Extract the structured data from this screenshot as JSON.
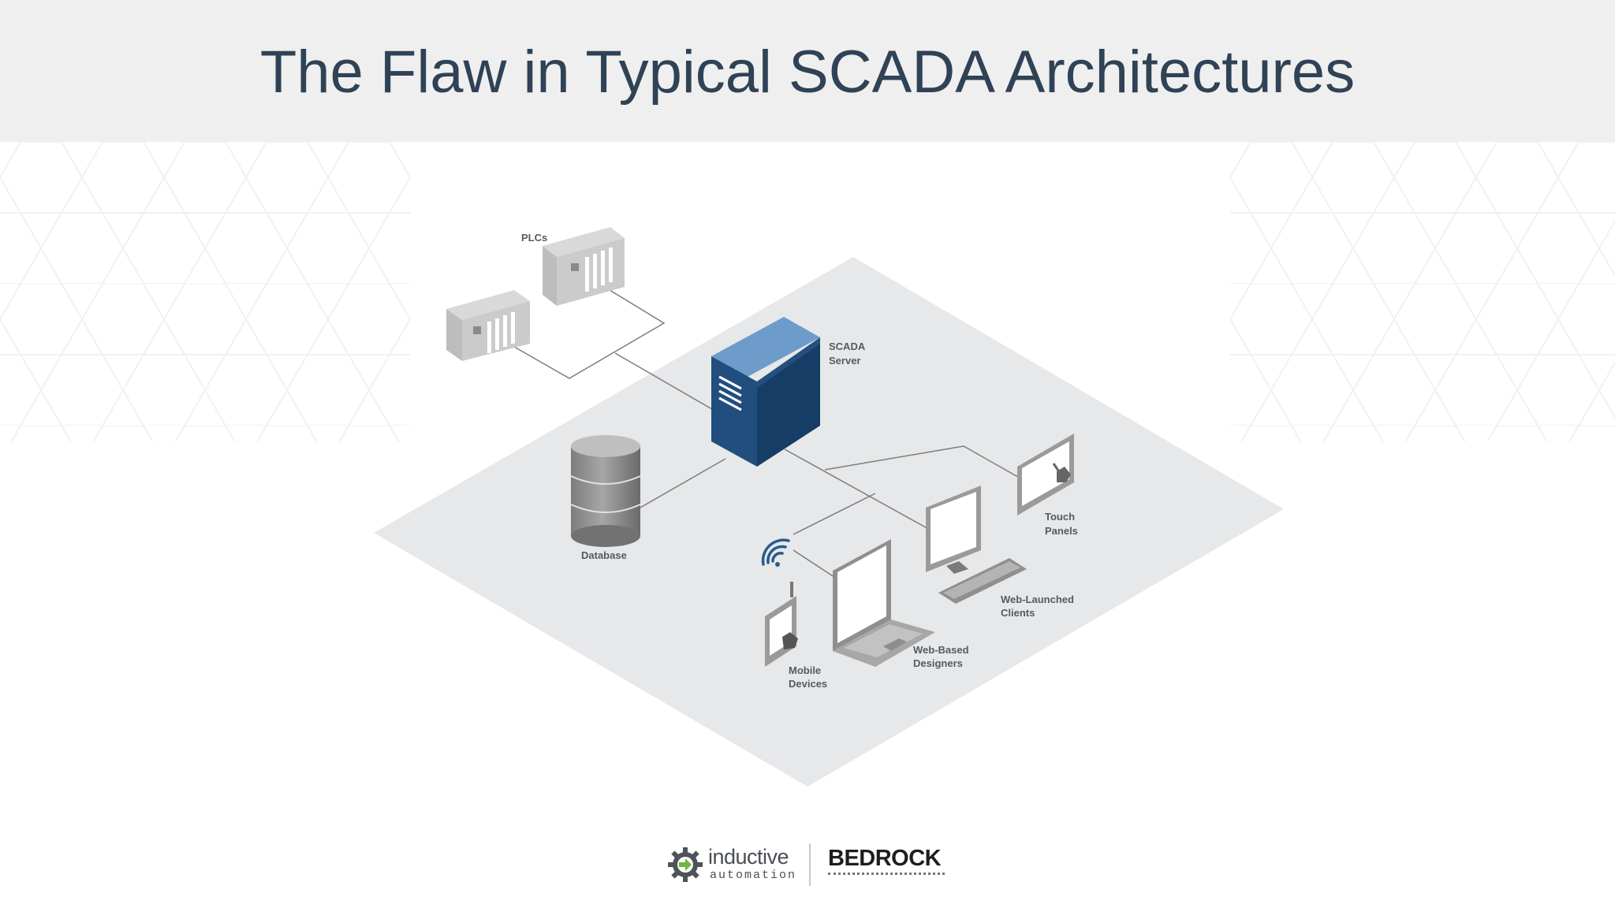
{
  "slide": {
    "title": "The Flaw in Typical SCADA Architectures"
  },
  "diagram": {
    "labels": {
      "plcs": "PLCs",
      "scada_server": [
        "SCADA",
        "Server"
      ],
      "database": "Database",
      "touch_panels": [
        "Touch",
        "Panels"
      ],
      "web_launched_clients": [
        "Web-Launched",
        "Clients"
      ],
      "web_based_designers": [
        "Web-Based",
        "Designers"
      ],
      "mobile_devices": [
        "Mobile",
        "Devices"
      ]
    },
    "colors": {
      "platform": "#e7e8ea",
      "server_front": "#214e7e",
      "server_side": "#163d66",
      "server_top": "#6d9ccb",
      "device_gray": "#9a9a9a",
      "wifi_blue": "#2a5a8c",
      "link_line": "#7d7d7d"
    }
  },
  "footer": {
    "logo_inductive_line1": "inductive",
    "logo_inductive_line2": "automation",
    "logo_bedrock": "BEDROCK"
  }
}
